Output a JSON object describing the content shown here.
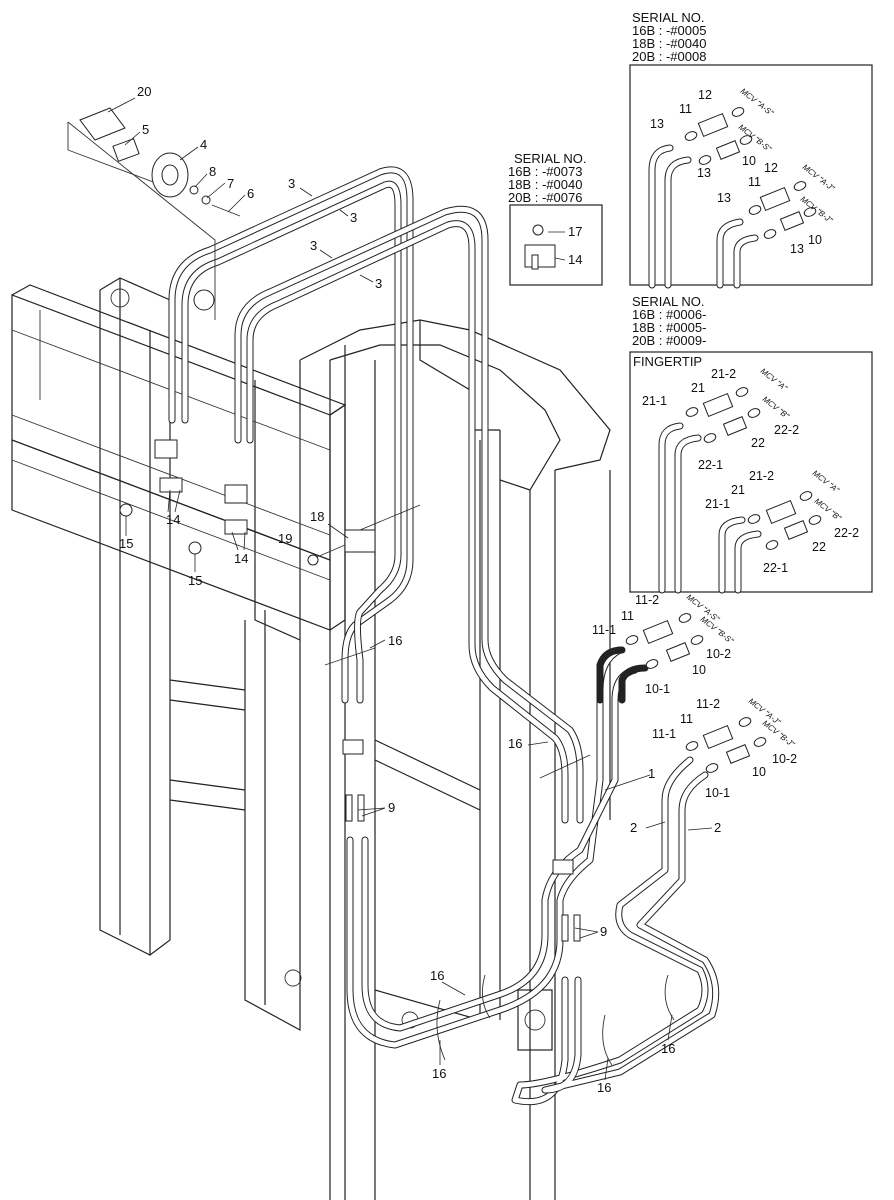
{
  "serial_top": {
    "title": "SERIAL NO.",
    "lines": [
      "16B : -#0005",
      "18B : -#0040",
      "20B : -#0008"
    ]
  },
  "serial_mid": {
    "title": "SERIAL NO.",
    "lines": [
      "16B : -#0073",
      "18B : -#0040",
      "20B : -#0076"
    ]
  },
  "serial_low": {
    "title": "SERIAL NO.",
    "lines": [
      "16B : #0006-",
      "18B : #0005-",
      "20B : #0009-"
    ]
  },
  "fingertip": {
    "title": "FINGERTIP"
  },
  "mcv": {
    "a": "MCV \"A\"",
    "b": "MCV \"B\"",
    "a_2": "MCV \"A\"",
    "b_2": "MCV \"B\"",
    "as": "MCV \"A-S\"",
    "bs": "MCV \"B-S\"",
    "aj": "MCV \"A-J\"",
    "bj": "MCV \"B-J\""
  },
  "labels": {
    "n1": "1",
    "n2a": "2",
    "n2b": "2",
    "n3a": "3",
    "n3b": "3",
    "n3c": "3",
    "n3d": "3",
    "n4": "4",
    "n5": "5",
    "n6": "6",
    "n7": "7",
    "n8": "8",
    "n9a": "9",
    "n9b": "9",
    "n10a": "10",
    "n10b": "10",
    "n10c": "10",
    "n10d": "10",
    "n10_1a": "10-1",
    "n10_1b": "10-1",
    "n10_2a": "10-2",
    "n10_2b": "10-2",
    "n11a": "11",
    "n11b": "11",
    "n11c": "11",
    "n11d": "11",
    "n11_1a": "11-1",
    "n11_1b": "11-1",
    "n11_2a": "11-2",
    "n11_2b": "11-2",
    "n12a": "12",
    "n12b": "12",
    "n13a": "13",
    "n13b": "13",
    "n13c": "13",
    "n13d": "13",
    "n14a": "14",
    "n14b": "14",
    "n14c": "14",
    "n15a": "15",
    "n15b": "15",
    "n16a": "16",
    "n16b": "16",
    "n16c": "16",
    "n16d": "16",
    "n16e": "16",
    "n16f": "16",
    "n17": "17",
    "n18": "18",
    "n19": "19",
    "n20": "20",
    "n21a": "21",
    "n21b": "21",
    "n21_1a": "21-1",
    "n21_1b": "21-1",
    "n21_2a": "21-2",
    "n21_2b": "21-2",
    "n22a": "22",
    "n22b": "22",
    "n22_1a": "22-1",
    "n22_1b": "22-1",
    "n22_2a": "22-2",
    "n22_2b": "22-2"
  }
}
